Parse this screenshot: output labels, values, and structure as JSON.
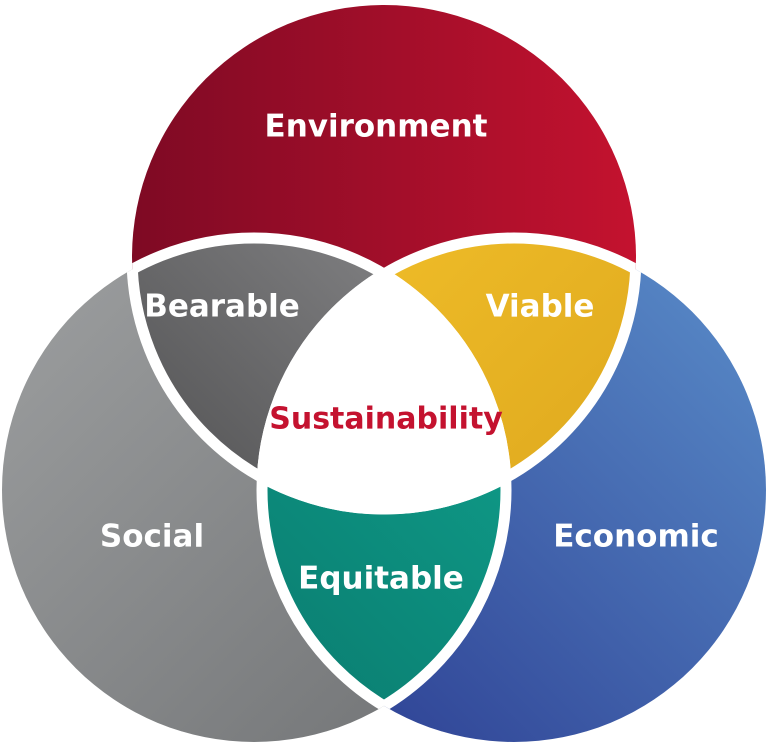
{
  "diagram": {
    "type": "venn",
    "sets": {
      "environment": {
        "label": "Environment",
        "color_start": "#7e0a24",
        "color_end": "#c4122f"
      },
      "social": {
        "label": "Social",
        "color_start": "#9ea0a1",
        "color_end": "#707274"
      },
      "economic": {
        "label": "Economic",
        "color_start": "#2a3a8f",
        "color_end": "#5b8fcb"
      }
    },
    "intersections": {
      "environment_social": {
        "label": "Bearable",
        "color_start": "#2f2f30",
        "color_end": "#8a8a8c"
      },
      "environment_economic": {
        "label": "Viable",
        "color_start": "#f2c02a",
        "color_end": "#d29a17"
      },
      "social_economic": {
        "label": "Equitable",
        "color_start": "#0a7a6e",
        "color_end": "#12b39b"
      },
      "all": {
        "label": "Sustainability",
        "color": "#c4122f",
        "fill": "#ffffff"
      }
    },
    "separator_color": "#ffffff"
  }
}
